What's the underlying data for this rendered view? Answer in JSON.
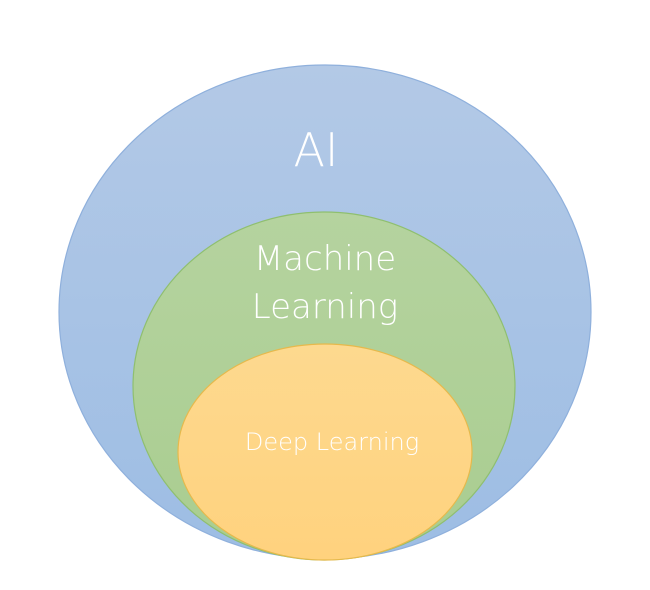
{
  "diagram": {
    "outer": {
      "label": "AI",
      "fill_top": "#b3c9e6",
      "fill_bottom": "#9dbde4",
      "stroke": "#8fb0dc"
    },
    "middle": {
      "label_line1": "Machine",
      "label_line2": "Learning",
      "fill_top": "#b5d39f",
      "fill_bottom": "#a9cd90",
      "stroke": "#8fbf6f"
    },
    "inner": {
      "label": "Deep Learning",
      "fill_top": "#fdd98f",
      "fill_bottom": "#ffd27e",
      "stroke": "#e6b94c"
    }
  }
}
